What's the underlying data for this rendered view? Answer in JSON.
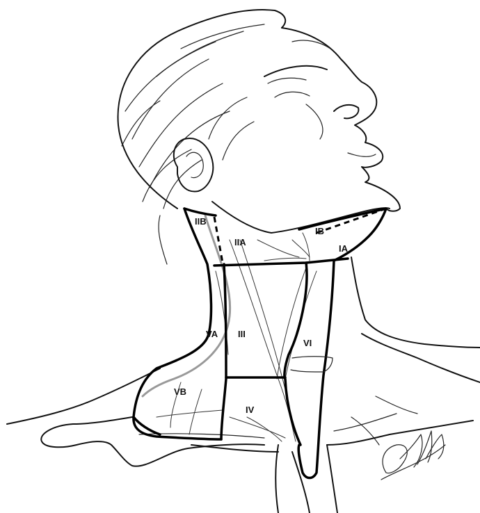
{
  "levels": {
    "IA": "IA",
    "IB": "IB",
    "IIA": "IIA",
    "IIB": "IIB",
    "III": "III",
    "IV": "IV",
    "VA": "VA",
    "VB": "VB",
    "VI": "VI"
  }
}
